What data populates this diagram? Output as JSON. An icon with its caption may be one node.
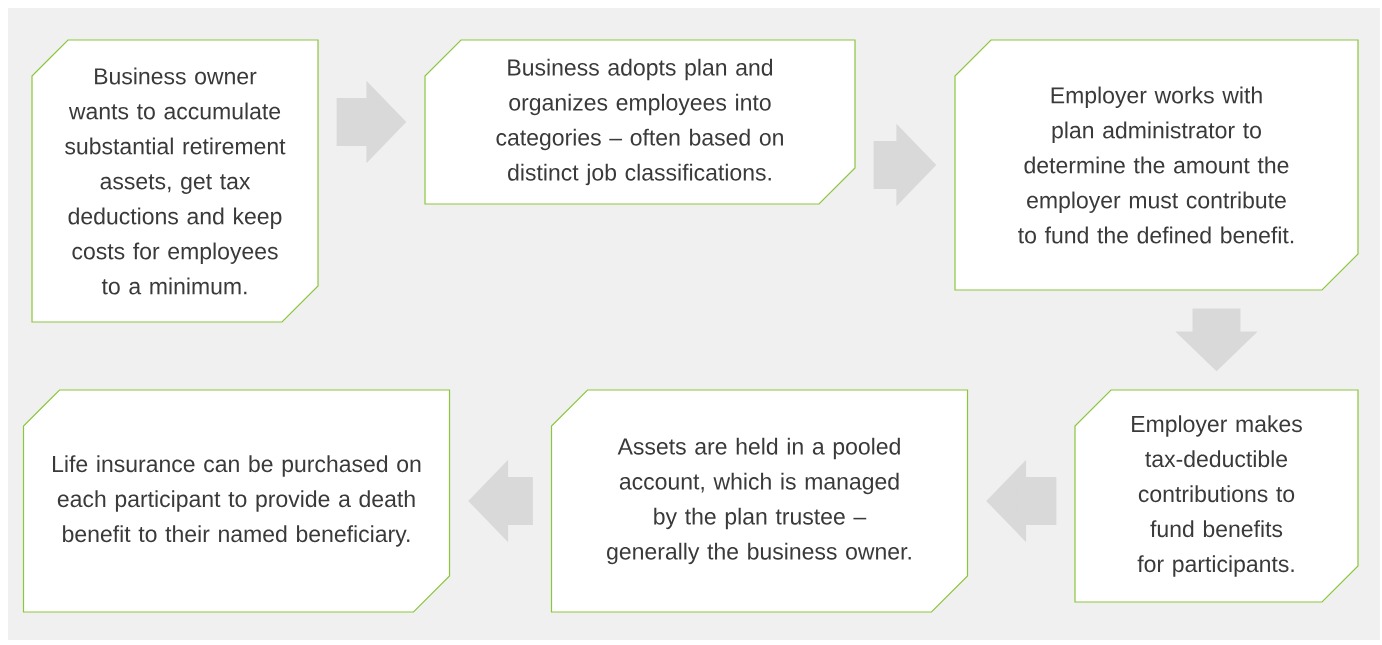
{
  "diagram": {
    "nodes": [
      {
        "text": [
          "Business owner wants to accumulate substantial retirement assets, get tax deductions and keep costs for employees to a minimum."
        ]
      },
      {
        "text": [
          "Business adopts plan and organizes employees into categories – often based on distinct job classifications."
        ]
      },
      {
        "text": [
          "Employer works with plan administrator to determine the amount the employer must contribute to fund the defined benefit."
        ]
      },
      {
        "text": [
          "Employer makes tax-deductible contributions to fund benefits for participants."
        ]
      },
      {
        "text": [
          "Assets are held in a pooled account, which is managed by the plan trustee – generally the business owner."
        ]
      },
      {
        "text": [
          "Life insurance can be purchased on each participant to provide a death benefit to their named beneficiary."
        ]
      }
    ],
    "edges": [
      {
        "from": 0,
        "to": 1,
        "arrow": "to"
      },
      {
        "from": 1,
        "to": 2,
        "arrow": "to"
      },
      {
        "from": 2,
        "to": 3,
        "arrow": "to"
      },
      {
        "from": 3,
        "to": 4,
        "arrow": "to"
      },
      {
        "from": 4,
        "to": 5,
        "arrow": "to"
      }
    ]
  }
}
